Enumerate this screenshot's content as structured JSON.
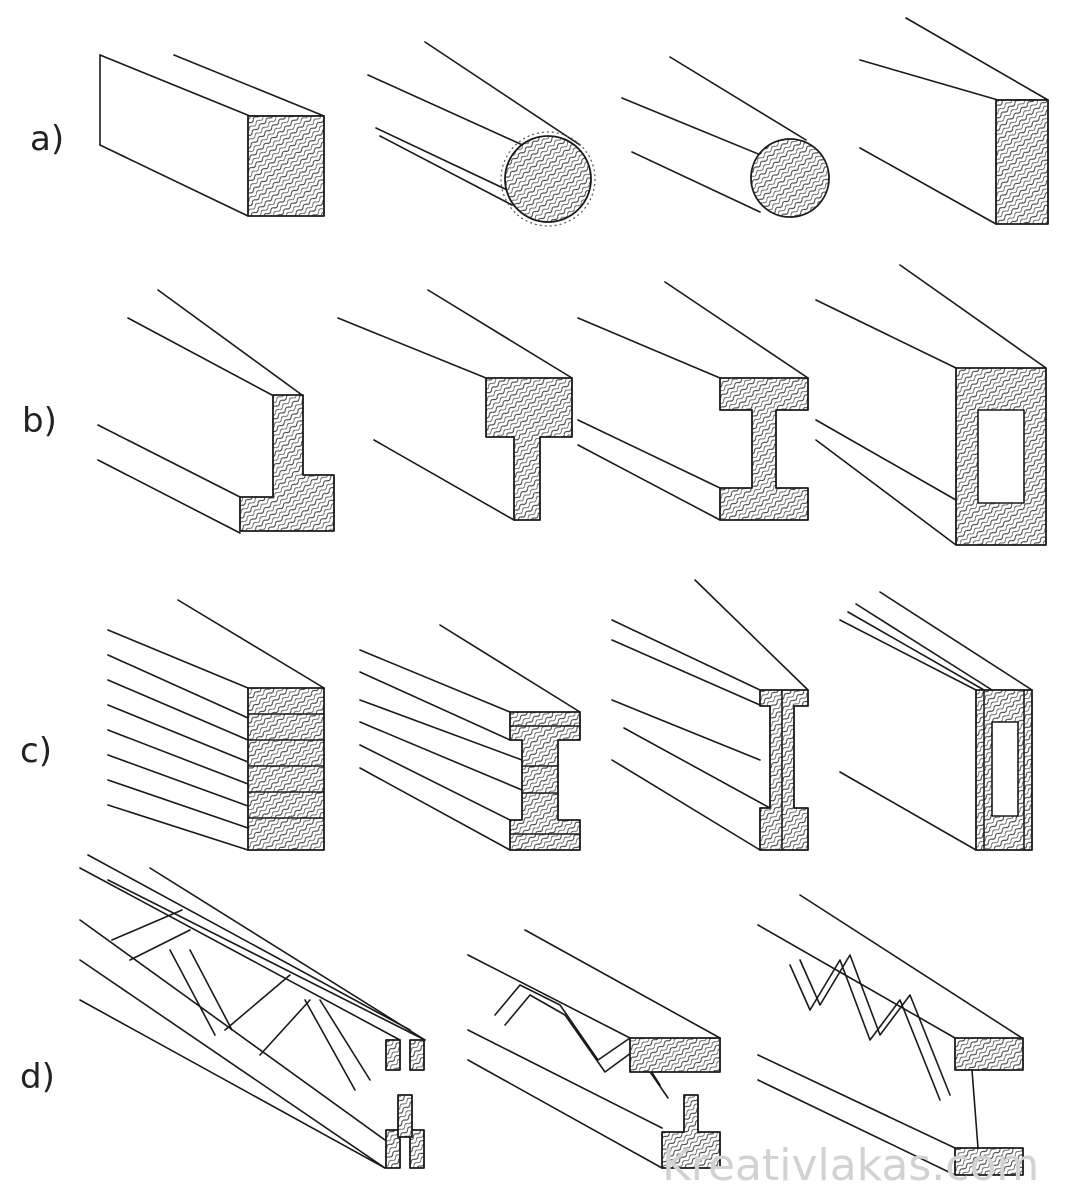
{
  "rows": [
    {
      "label": "a)"
    },
    {
      "label": "b)"
    },
    {
      "label": "c)"
    },
    {
      "label": "d)"
    }
  ],
  "watermark": "Kreativlakas.com",
  "colors": {
    "line": "#1a1a1a",
    "hatch_fill": "#b0b0b0",
    "background": "#ffffff",
    "watermark": "#d2d2d2"
  }
}
